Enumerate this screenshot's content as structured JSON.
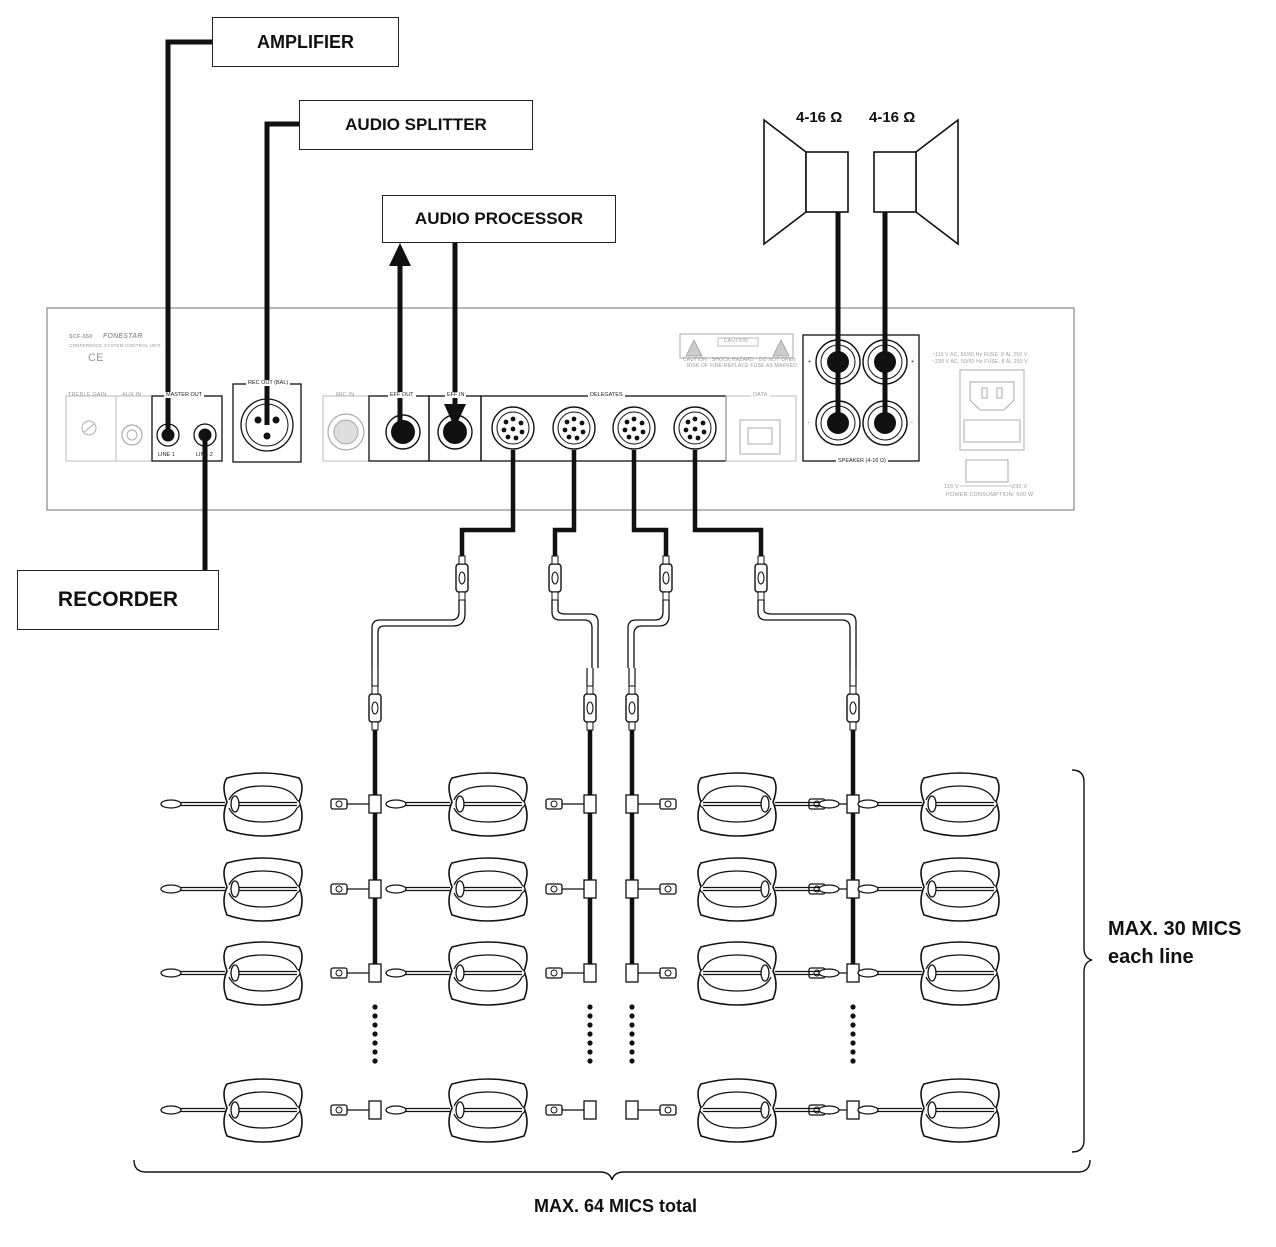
{
  "boxes": {
    "amplifier": "AMPLIFIER",
    "audio_splitter": "AUDIO SPLITTER",
    "audio_processor": "AUDIO PROCESSOR",
    "recorder": "RECORDER"
  },
  "speakers": {
    "left_impedance": "4-16 Ω",
    "right_impedance": "4-16 Ω"
  },
  "panel": {
    "model": "SCF-550",
    "brand": "FONESTAR",
    "subtitle": "CONFERENCE SYSTEM CONTROL UNIT",
    "marks": "CE",
    "treble_gain": "TREBLE GAIN",
    "aux_in": "AUX IN",
    "master_out": "MASTER OUT",
    "line1": "LINE 1",
    "line2": "LINE 2",
    "rec_out": "REC OUT (BAL)",
    "mic_in": "MIC IN",
    "eff_out": "EFF OUT",
    "eff_in": "EFF IN",
    "delegates": "DELEGATES",
    "data": "DATA",
    "caution": "CAUTION",
    "caution_text_1": "CAUTION : SHOCK HAZARD - DO NOT OPEN",
    "caution_text_2": "RISK OF FIRE-REPLACE FUSE AS MARKED",
    "speaker": "SPEAKER (4-16 Ω)",
    "power_1": "~115 V AC, 50/60 Hz FUSE: 8 AL 250 V",
    "power_2": "~230 V AC, 50/60 Hz FUSE: 8 AL 250 V",
    "v115": "115 V",
    "v230": "230 V",
    "power_consumption": "POWER CONSUMPTION: 600 W"
  },
  "annotations": {
    "per_line_1": "MAX. 30 MICS",
    "per_line_2": "each line",
    "total": "MAX. 64 MICS total"
  }
}
